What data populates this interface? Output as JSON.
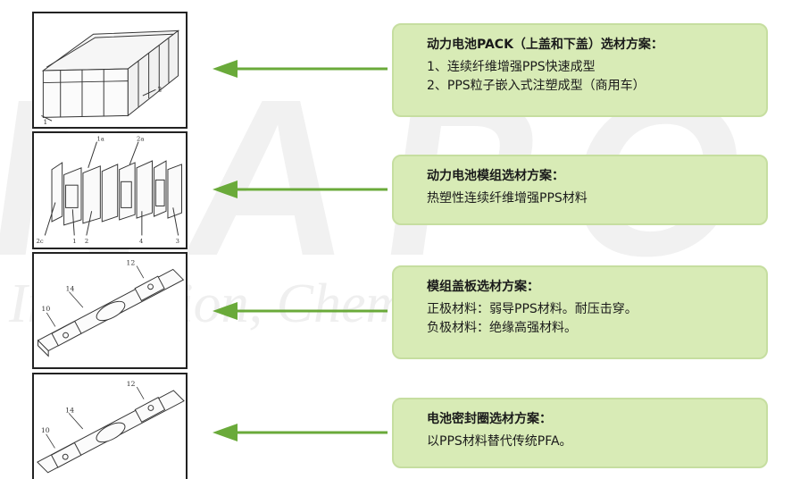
{
  "colors": {
    "card_fill": "#d8ebb6",
    "card_border": "#c6dea0",
    "arrow": "#6aaa3a",
    "watermark": "#efefef"
  },
  "watermark": {
    "big": "NAPO",
    "script": "Innovation, Chemistry"
  },
  "rows": [
    {
      "title": "动力电池PACK（上盖和下盖）选材方案：",
      "lines": [
        "1、连续纤维增强PPS快速成型",
        "2、PPS粒子嵌入式注塑成型（商用车）"
      ]
    },
    {
      "title": "动力电池模组选材方案：",
      "lines": [
        "热塑性连续纤维增强PPS材料"
      ]
    },
    {
      "title": "模组盖板选材方案：",
      "lines": [
        "正极材料：弱导PPS材料。耐压击穿。",
        "负极材料：绝缘高强材料。"
      ]
    },
    {
      "title": "电池密封圈选材方案：",
      "lines": [
        "以PPS材料替代传统PFA。"
      ]
    }
  ],
  "figures": {
    "pack": {
      "labels": [
        "1",
        "2"
      ]
    },
    "module": {
      "labels": [
        "1a",
        "2a",
        "2c",
        "1",
        "2",
        "4",
        "3"
      ]
    },
    "cover": {
      "labels": [
        "12",
        "14",
        "10"
      ]
    },
    "seal": {
      "labels": [
        "12",
        "14",
        "10"
      ]
    }
  }
}
